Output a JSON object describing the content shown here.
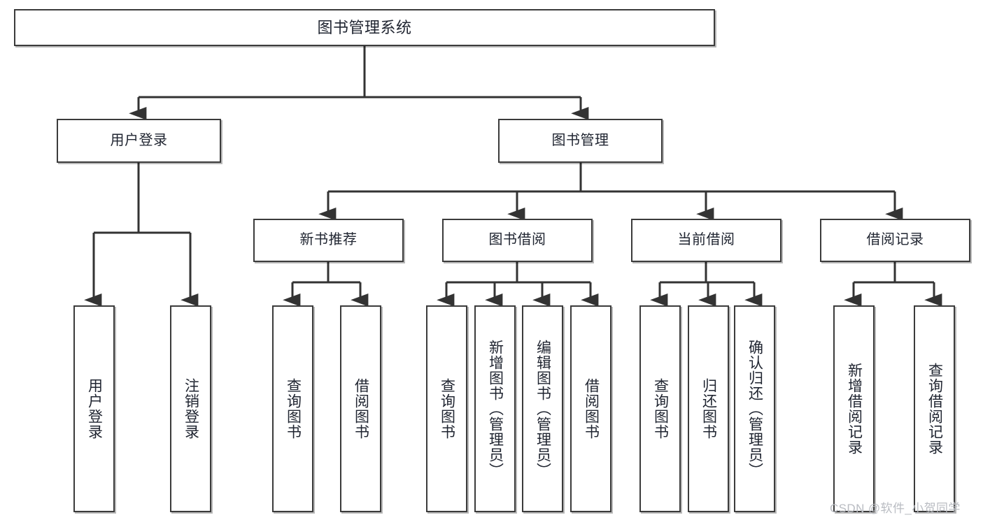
{
  "diagram": {
    "type": "tree-hierarchy-chart",
    "title": "图书管理系统",
    "watermark": "CSDN @软件_小贺同学",
    "colors": {
      "background": "#ffffff",
      "box_border": "#3b3b3b",
      "box_fill": "#ffffff",
      "connector": "#333333",
      "text": "#1f2430",
      "watermark": "#b9bcc2"
    },
    "levels": [
      {
        "level": 1,
        "nodes": [
          {
            "id": "root",
            "label": "图书管理系统",
            "orientation": "horizontal"
          }
        ]
      },
      {
        "level": 2,
        "nodes": [
          {
            "id": "l2-login",
            "label": "用户登录",
            "orientation": "horizontal",
            "parent": "root"
          },
          {
            "id": "l2-book-mgmt",
            "label": "图书管理",
            "orientation": "horizontal",
            "parent": "root"
          }
        ]
      },
      {
        "level": 3,
        "nodes": [
          {
            "id": "l3-new-book",
            "label": "新书推荐",
            "orientation": "horizontal",
            "parent": "l2-book-mgmt"
          },
          {
            "id": "l3-borrow",
            "label": "图书借阅",
            "orientation": "horizontal",
            "parent": "l2-book-mgmt"
          },
          {
            "id": "l3-current",
            "label": "当前借阅",
            "orientation": "horizontal",
            "parent": "l2-book-mgmt"
          },
          {
            "id": "l3-record",
            "label": "借阅记录",
            "orientation": "horizontal",
            "parent": "l2-book-mgmt"
          }
        ]
      },
      {
        "level": 4,
        "nodes": [
          {
            "id": "leaf-1",
            "label": "用户登录",
            "orientation": "vertical",
            "parent": "l2-login"
          },
          {
            "id": "leaf-2",
            "label": "注销登录",
            "orientation": "vertical",
            "parent": "l2-login"
          },
          {
            "id": "leaf-3",
            "label": "查询图书",
            "orientation": "vertical",
            "parent": "l3-new-book"
          },
          {
            "id": "leaf-4",
            "label": "借阅图书",
            "orientation": "vertical",
            "parent": "l3-new-book"
          },
          {
            "id": "leaf-5",
            "label": "查询图书",
            "orientation": "vertical",
            "parent": "l3-borrow"
          },
          {
            "id": "leaf-6",
            "label": "新增图书（管理员）",
            "orientation": "vertical",
            "parent": "l3-borrow"
          },
          {
            "id": "leaf-7",
            "label": "编辑图书（管理员）",
            "orientation": "vertical",
            "parent": "l3-borrow"
          },
          {
            "id": "leaf-8",
            "label": "借阅图书",
            "orientation": "vertical",
            "parent": "l3-borrow"
          },
          {
            "id": "leaf-9",
            "label": "查询图书",
            "orientation": "vertical",
            "parent": "l3-current"
          },
          {
            "id": "leaf-10",
            "label": "归还图书",
            "orientation": "vertical",
            "parent": "l3-current"
          },
          {
            "id": "leaf-11",
            "label": "确认归还（管理员）",
            "orientation": "vertical",
            "parent": "l3-current"
          },
          {
            "id": "leaf-12",
            "label": "新增借阅记录",
            "orientation": "vertical",
            "parent": "l3-record"
          },
          {
            "id": "leaf-13",
            "label": "查询借阅记录",
            "orientation": "vertical",
            "parent": "l3-record"
          }
        ]
      }
    ]
  }
}
